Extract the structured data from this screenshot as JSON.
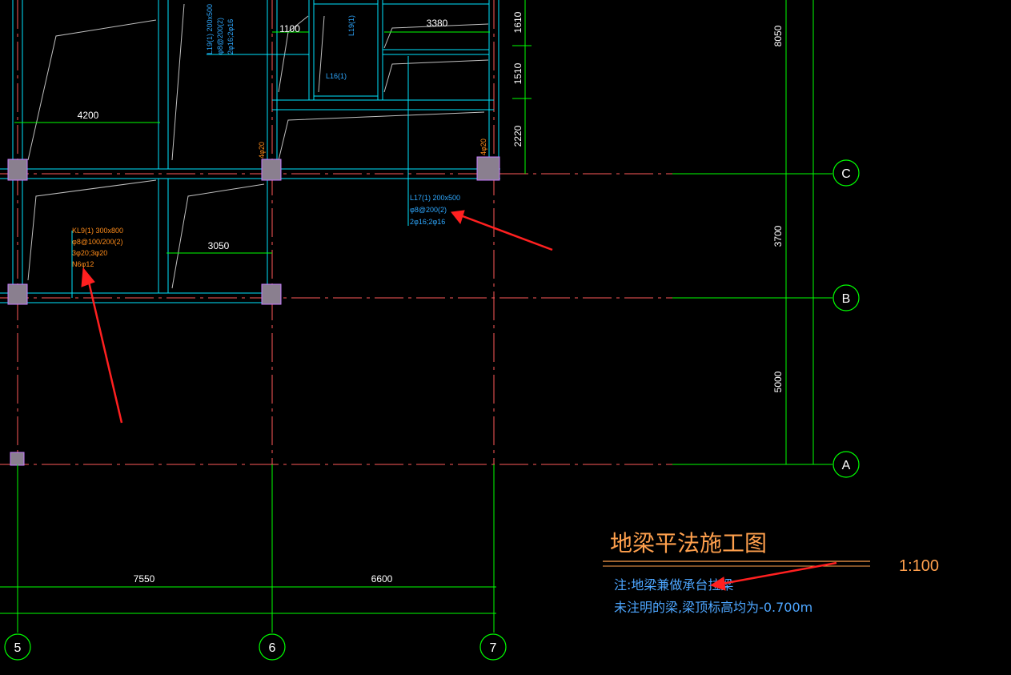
{
  "colors": {
    "background": "#000000",
    "beam_line": "#00e5ff",
    "axis_line": "#ff5a5a",
    "dimension": "#00ff00",
    "column": "#8a7f8f",
    "column_edge": "#c77dff",
    "hatch": "#bfbfbf",
    "annotation_orange": "#ff8c1a",
    "annotation_blue": "#2ea8ff",
    "title_orange": "#ffa04d",
    "note_blue": "#4da6ff",
    "arrow_red": "#ff2020"
  },
  "title": {
    "drawing_title": "地梁平法施工图",
    "scale": "1:100"
  },
  "notes": {
    "line1": "注:地梁兼做承台拉梁",
    "line2": "未注明的梁,梁顶标高均为-0.700m"
  },
  "axes": {
    "vertical": [
      "5",
      "6",
      "7"
    ],
    "horizontal": [
      "C",
      "B",
      "A"
    ]
  },
  "dimensions": {
    "bottom": [
      "7550",
      "6600"
    ],
    "right": [
      "8050",
      "3700",
      "5000"
    ],
    "right_top": [
      "1610",
      "1510",
      "2220"
    ],
    "plan": [
      "4200",
      "3050",
      "1100",
      "3380"
    ]
  },
  "beam_annotations": {
    "kl9": [
      "KL9(1) 300x800",
      "φ8@100/200(2)",
      "3φ20;3φ20",
      "N6φ12"
    ],
    "l17": [
      "L17(1) 200x500",
      "φ8@200(2)",
      "2φ16;2φ16"
    ],
    "l19": [
      "L19(1) 200x500",
      "φ8@200(2)",
      "2φ16;2φ16"
    ],
    "l19_short": "L19(1)",
    "l16": "L16(1)",
    "rebar_4_20": "4φ20"
  },
  "icons": {
    "arrow": "red-arrow-icon",
    "axis_bubble": "axis-bubble-icon"
  }
}
